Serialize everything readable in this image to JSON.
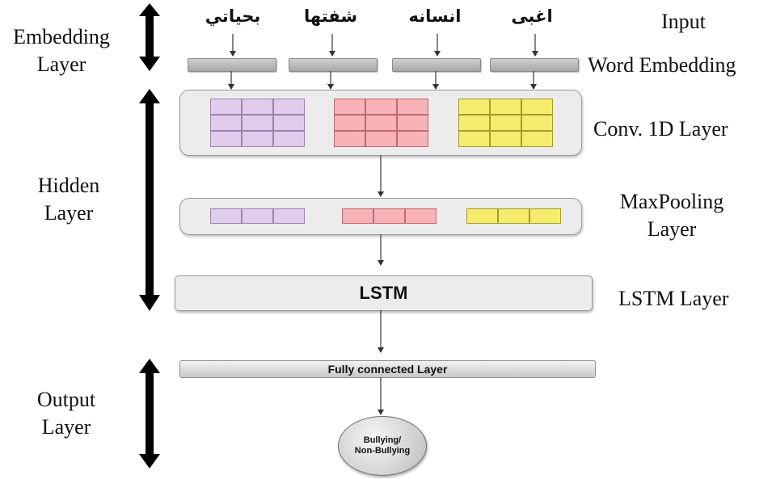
{
  "left_labels": {
    "embedding": [
      "Embedding",
      "Layer"
    ],
    "hidden": [
      "Hidden",
      "Layer"
    ],
    "output": [
      "Output",
      "Layer"
    ]
  },
  "right_labels": {
    "input": "Input",
    "word_embedding": "Word Embedding",
    "conv": "Conv. 1D Layer",
    "maxpool": [
      "MaxPooling",
      "Layer"
    ],
    "lstm": "LSTM Layer"
  },
  "input_words": [
    "بحياتي",
    "شفتها",
    "انسانه",
    "اغبى"
  ],
  "lstm_block": "LSTM",
  "fully_connected": "Fully connected Layer",
  "output_node": [
    "Bullying/",
    "Non-Bullying"
  ],
  "colors": {
    "purple": "#e0cdec",
    "pink": "#f7b3b7",
    "yellow": "#f4ec6d",
    "panel": "#ececec"
  }
}
